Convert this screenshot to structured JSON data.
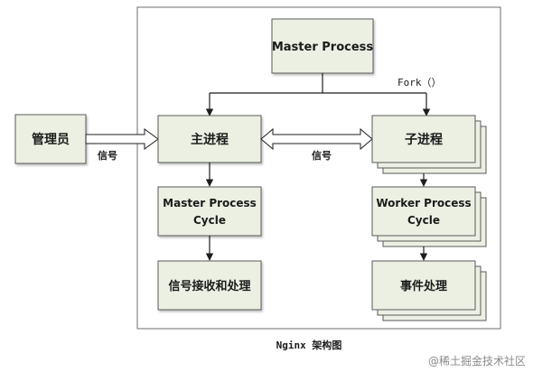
{
  "diagram": {
    "title": "Nginx 架构图",
    "fork_label": "Fork（）",
    "admin_signal_label": "信号",
    "main_child_signal_label": "信号",
    "watermark": "@稀土掘金技术社区",
    "nodes": {
      "master_process": "Master Process",
      "admin": "管理员",
      "main_process": "主进程",
      "child_process": "子进程",
      "master_cycle_line1": "Master Process",
      "master_cycle_line2": "Cycle",
      "worker_cycle_line1": "Worker Process",
      "worker_cycle_line2": "Cycle",
      "signal_handling": "信号接收和处理",
      "event_handling": "事件处理"
    }
  },
  "colors": {
    "box_fill": "#ebf0e3",
    "box_stroke": "#5a5a5a",
    "line": "#1e1e1e",
    "text": "#1b1b1b",
    "watermark": "#8a8a8a"
  }
}
